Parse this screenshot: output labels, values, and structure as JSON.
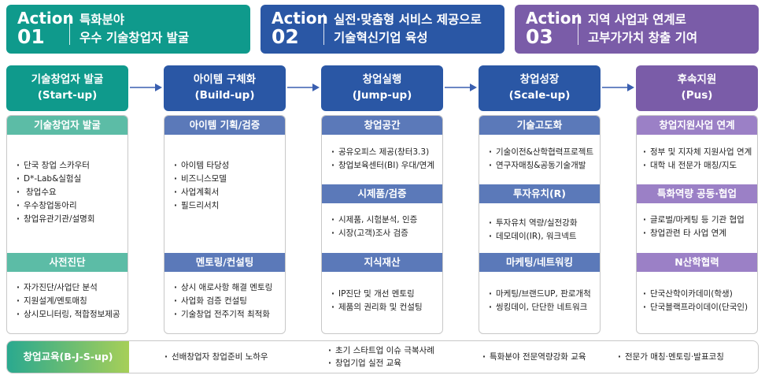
{
  "actions": [
    {
      "word": "Action",
      "num": "01",
      "line1": "특화분야",
      "line2": "우수 기술창업자 발굴",
      "color": "#0f9a8c"
    },
    {
      "word": "Action",
      "num": "02",
      "line1": "실전·맞춤형 서비스 제공으로",
      "line2": "기술혁신기업 육성",
      "color": "#2a57a5"
    },
    {
      "word": "Action",
      "num": "03",
      "line1": "지역 사업과 연계로",
      "line2": "고부가가치 창출 기여",
      "color": "#7a5ca8"
    }
  ],
  "stages": [
    {
      "name": "기술창업자 발굴",
      "en": "(Start-up)"
    },
    {
      "name": "아이템 구체화",
      "en": "(Build-up)"
    },
    {
      "name": "창업실행",
      "en": "(Jump-up)"
    },
    {
      "name": "창업성장",
      "en": "(Scale-up)"
    },
    {
      "name": "후속지원",
      "en": "(Pus)"
    }
  ],
  "columns": [
    {
      "sections": [
        {
          "header": "기술창업자 발굴",
          "items": [
            "단국 창업 스카우터",
            "D*-Lab&실험실",
            "창업수요",
            "우수창업동아리",
            "창업유관기관/설명회"
          ]
        },
        {
          "header": "사전진단",
          "items": [
            "자가진단/사업단 분석",
            "지원설계/멘토매칭",
            "상시모니터링, 적합정보제공"
          ]
        }
      ]
    },
    {
      "sections": [
        {
          "header": "아이템 기획/검증",
          "items": [
            "아이템 타당성",
            "비즈니스모델",
            "사업계획서",
            "필드리서치"
          ]
        },
        {
          "header": "멘토링/컨설팅",
          "items": [
            "상시 애로사항 해결 멘토링",
            "사업화 검증 컨설팅",
            "기술창업 전주기적 최적화"
          ]
        }
      ]
    },
    {
      "sections": [
        {
          "header": "창업공간",
          "items": [
            "공유오피스 제공(창터3.3)",
            "창업보육센터(BI) 우대/연계"
          ]
        },
        {
          "header": "시제품/검증",
          "items": [
            "시제품, 시험분석, 인증",
            "시장(고객)조사 검증"
          ]
        },
        {
          "header": "지식재산",
          "items": [
            "IP진단 및 개선 멘토링",
            "제품의 권리화 및 컨설팅"
          ]
        }
      ]
    },
    {
      "sections": [
        {
          "header": "기술고도화",
          "items": [
            "기술이전&산학협력프로젝트",
            "연구자매칭&공동기술개발"
          ]
        },
        {
          "header": "투자유치(R)",
          "items": [
            "투자유치 역량/실전강화",
            "데모데이(IR), 워크넥트"
          ]
        },
        {
          "header": "마케팅/네트워킹",
          "items": [
            "마케팅/브랜드UP, 판로개척",
            "씽킹데이, 단단한 네트워크"
          ]
        }
      ]
    },
    {
      "sections": [
        {
          "header": "창업지원사업 연계",
          "items": [
            "정부 및 지자체 지원사업 연계",
            "대학 내 전문가 매칭/지도"
          ]
        },
        {
          "header": "특화역량 공동·협업",
          "items": [
            "글로벌/마케팅 등 기관 협업",
            "창업관련 타 사업 연계"
          ]
        },
        {
          "header": "N산학협력",
          "items": [
            "단국산학이카데미(학생)",
            "단국블랙프라이데이(단국인)"
          ]
        }
      ]
    }
  ],
  "education": {
    "label": "창업교육(B-J-S-up)",
    "items": [
      "선배창업자 창업준비 노하우",
      "초기 스타트업 이슈 극복사례",
      "창업기업 실전 교육",
      "특화분야 전문역량강화 교육",
      "전문가 매칭·멘토링·발표코칭"
    ]
  }
}
